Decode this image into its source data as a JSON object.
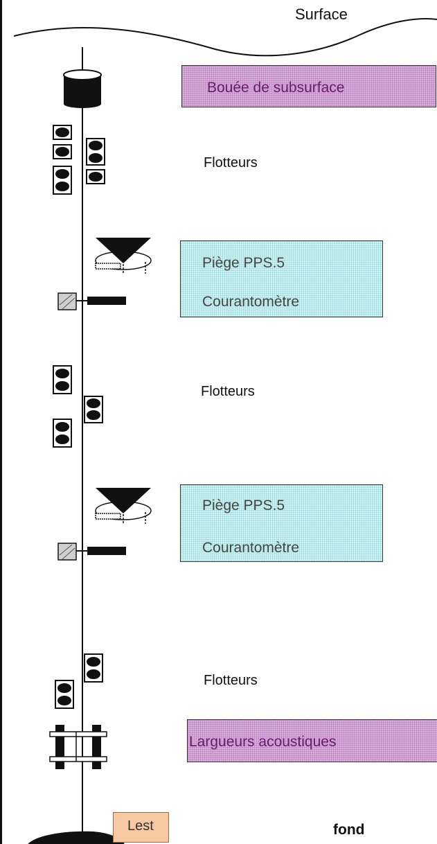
{
  "labels": {
    "surface": "Surface",
    "subsurface_buoy": "Bouée de subsurface",
    "floats_1": "Flotteurs",
    "trap_1": "Piège PPS.5",
    "current_meter_1": "Courantomètre",
    "floats_2": "Flotteurs",
    "trap_2": "Piège PPS.5",
    "current_meter_2": "Courantomètre",
    "floats_3": "Flotteurs",
    "acoustic_releases": "Largueurs acoustiques",
    "ballast": "Lest",
    "bottom": "fond"
  },
  "colors": {
    "buoy_box": "#dcaedf",
    "instrument_box": "#ccf4f4",
    "ballast_box": "#f6c9a3",
    "line": "#111111"
  }
}
